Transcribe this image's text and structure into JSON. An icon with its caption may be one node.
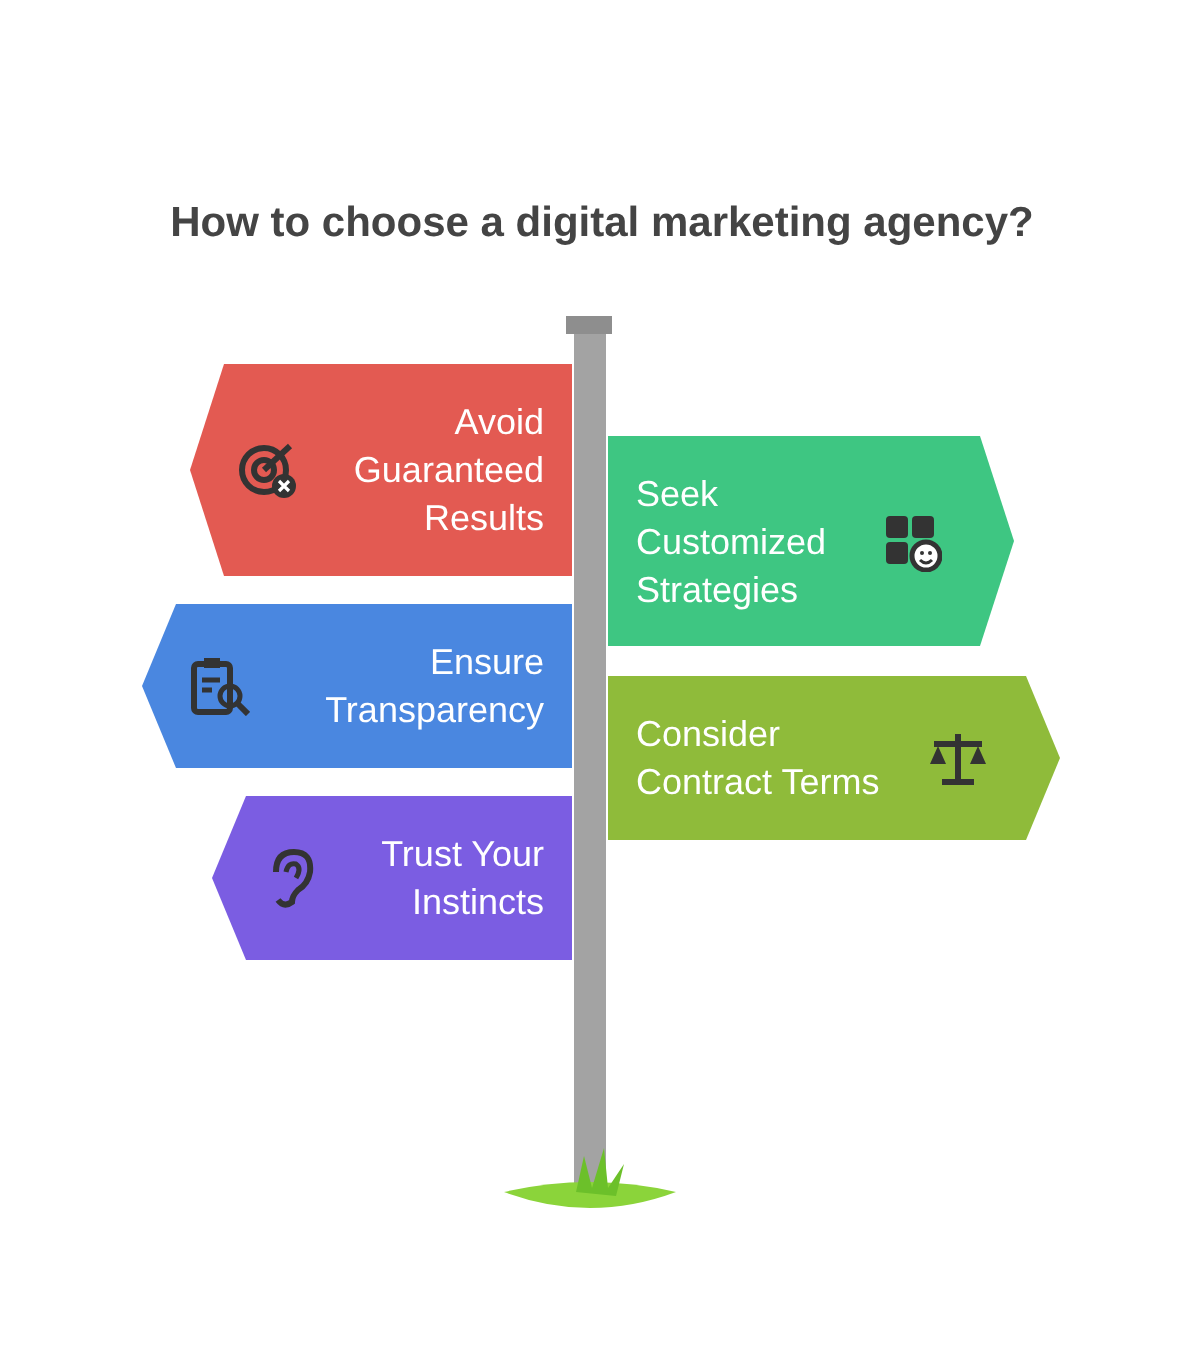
{
  "diagram": {
    "title": "How to choose a digital marketing agency?",
    "nodes": [
      {
        "text": [
          "Avoid Guaranteed Results"
        ]
      },
      {
        "text": [
          "Seek Customized Strategies"
        ]
      },
      {
        "text": [
          "Ensure Transparency"
        ]
      },
      {
        "text": [
          "Consider Contract Terms"
        ]
      },
      {
        "text": [
          "Trust Your Instincts"
        ]
      }
    ]
  }
}
